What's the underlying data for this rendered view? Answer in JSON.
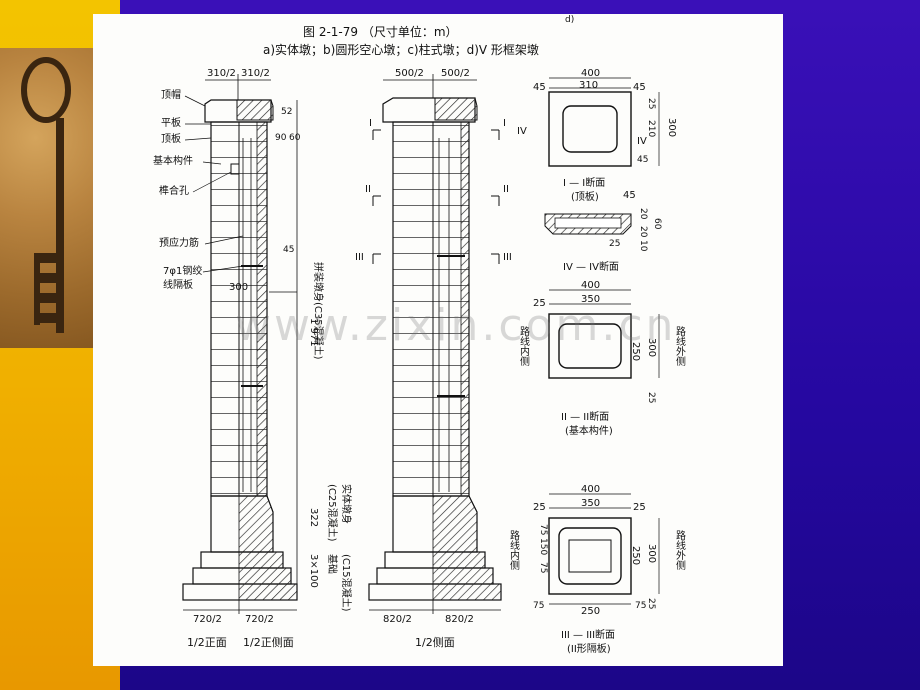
{
  "figure": {
    "title": "图 2-1-79 （尺寸单位：m）",
    "subtitle": "a)实体墩；b)圆形空心墩；c)柱式墩；d)V 形框架墩",
    "corner_mark": "d)"
  },
  "front_view": {
    "callouts": [
      "顶帽",
      "平板",
      "顶板",
      "基本构件",
      "榫合孔",
      "预应力筋",
      "7φ1钢绞",
      "线隔板"
    ],
    "top_dims": [
      "310/2",
      "310/2"
    ],
    "bottom_dims": [
      "720/2",
      "720/2"
    ],
    "right_dims": [
      "52",
      "90",
      "60",
      "45",
      "300"
    ],
    "height_dim": "1 971",
    "shaft_label": "拼装墩身(C35混凝土)",
    "solid_label": "实体墩身",
    "solid_label2": "(C25混凝土)",
    "solid_dim": "322",
    "footing_dim": "3×100",
    "footing_label": "基础",
    "footing_label2": "(C15混凝土)",
    "caption_left": "1/2正面",
    "caption_right": "1/2正侧面"
  },
  "side_view": {
    "top_dims": [
      "500/2",
      "500/2"
    ],
    "bottom_dims": [
      "820/2",
      "820/2"
    ],
    "section_marks": [
      "I",
      "I",
      "II",
      "II",
      "III",
      "III"
    ],
    "caption": "1/2侧面"
  },
  "section_I": {
    "dims": [
      "400",
      "45",
      "310",
      "45",
      "25",
      "210",
      "300",
      "45"
    ],
    "mark": "IV",
    "caption": "I — I断面",
    "sub": "(顶板)"
  },
  "section_IV": {
    "dims": [
      "45",
      "20",
      "20",
      "25",
      "10",
      "60"
    ],
    "caption": "IV — IV断面"
  },
  "section_II": {
    "dims": [
      "400",
      "350",
      "25",
      "250",
      "300",
      "25"
    ],
    "left_label": "路线内侧",
    "right_label": "路线外侧",
    "caption": "II — II断面",
    "sub": "(基本构件)"
  },
  "section_III": {
    "dims": [
      "400",
      "350",
      "25",
      "25",
      "250",
      "300",
      "75",
      "150",
      "75",
      "250",
      "75",
      "75",
      "25"
    ],
    "left_label": "路线内侧",
    "right_label": "路线外侧",
    "caption": "III — III断面",
    "sub": "(II形隔板)"
  },
  "watermark": "www.zixin.com.cn",
  "colors": {
    "background": "#2a0a8c",
    "side_bar": "#f0b000",
    "sheet": "#fdfdfb"
  }
}
